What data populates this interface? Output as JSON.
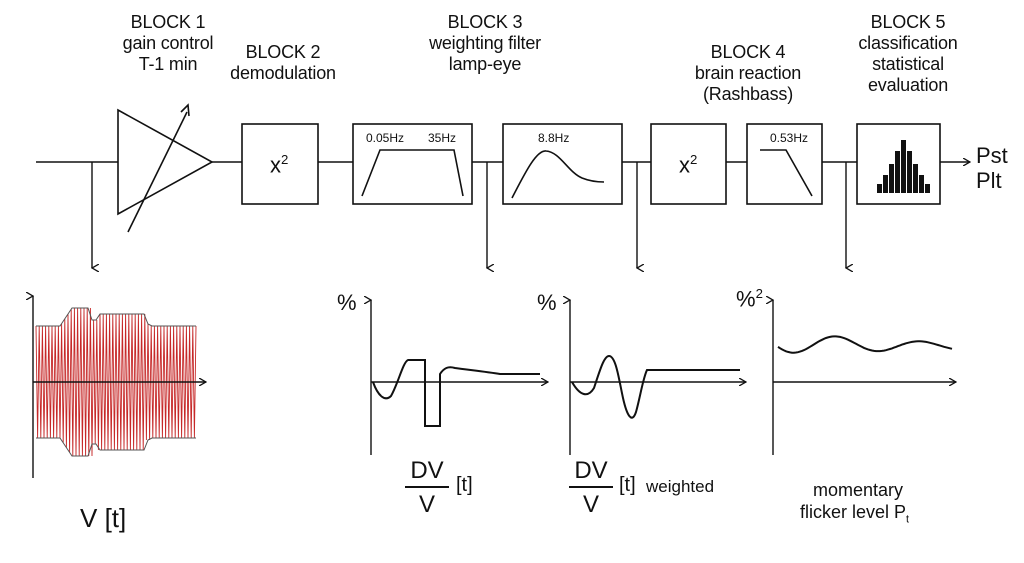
{
  "blocks": {
    "b1": {
      "title": "BLOCK 1",
      "line1": "gain control",
      "line2": "T-1 min"
    },
    "b2": {
      "title": "BLOCK 2",
      "line1": "demodulation"
    },
    "b3": {
      "title": "BLOCK 3",
      "line1": "weighting filter",
      "line2": "lamp-eye"
    },
    "b4": {
      "title": "BLOCK 4",
      "line1": "brain reaction",
      "line2": "(Rashbass)"
    },
    "b5": {
      "title": "BLOCK 5",
      "line1": "classification",
      "line2": "statistical",
      "line3": "evaluation"
    }
  },
  "boxes": {
    "square1_base": "x",
    "square1_exp": "2",
    "bandpass_low": "0.05Hz",
    "bandpass_high": "35Hz",
    "weighting_peak": "8.8Hz",
    "square2_base": "x",
    "square2_exp": "2",
    "lowpass": "0.53Hz"
  },
  "outputs": {
    "pst": "Pst",
    "plt": "Plt"
  },
  "plots": {
    "p1_unit": "%",
    "p2_unit": "%",
    "p3_unit": "%",
    "p3_unit_exp": "2",
    "vt_label": "V [t]",
    "dv1_num": "DV",
    "dv1_den": "V",
    "dv1_suffix": "[t]",
    "dv2_num": "DV",
    "dv2_den": "V",
    "dv2_suffix": "[t]",
    "dv2_weighted": "weighted",
    "flicker_line1": "momentary",
    "flicker_line2": "flicker level P",
    "flicker_sub": "t"
  },
  "colors": {
    "signal": "#c62828",
    "line": "#111111",
    "histogram": "#111111"
  }
}
